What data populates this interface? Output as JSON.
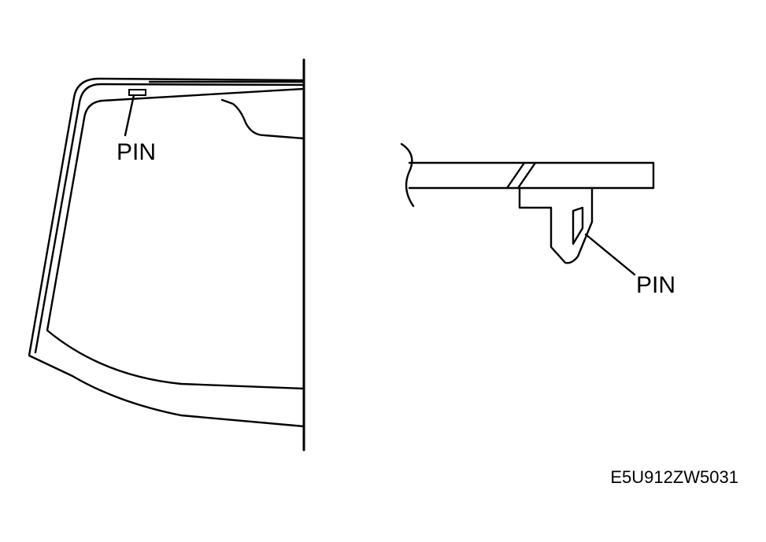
{
  "labels": {
    "windshield_pin": "PIN",
    "section_pin": "PIN"
  },
  "figure_code": "E5U912ZW5031",
  "colors": {
    "ink": "#000000",
    "background": "#ffffff"
  }
}
